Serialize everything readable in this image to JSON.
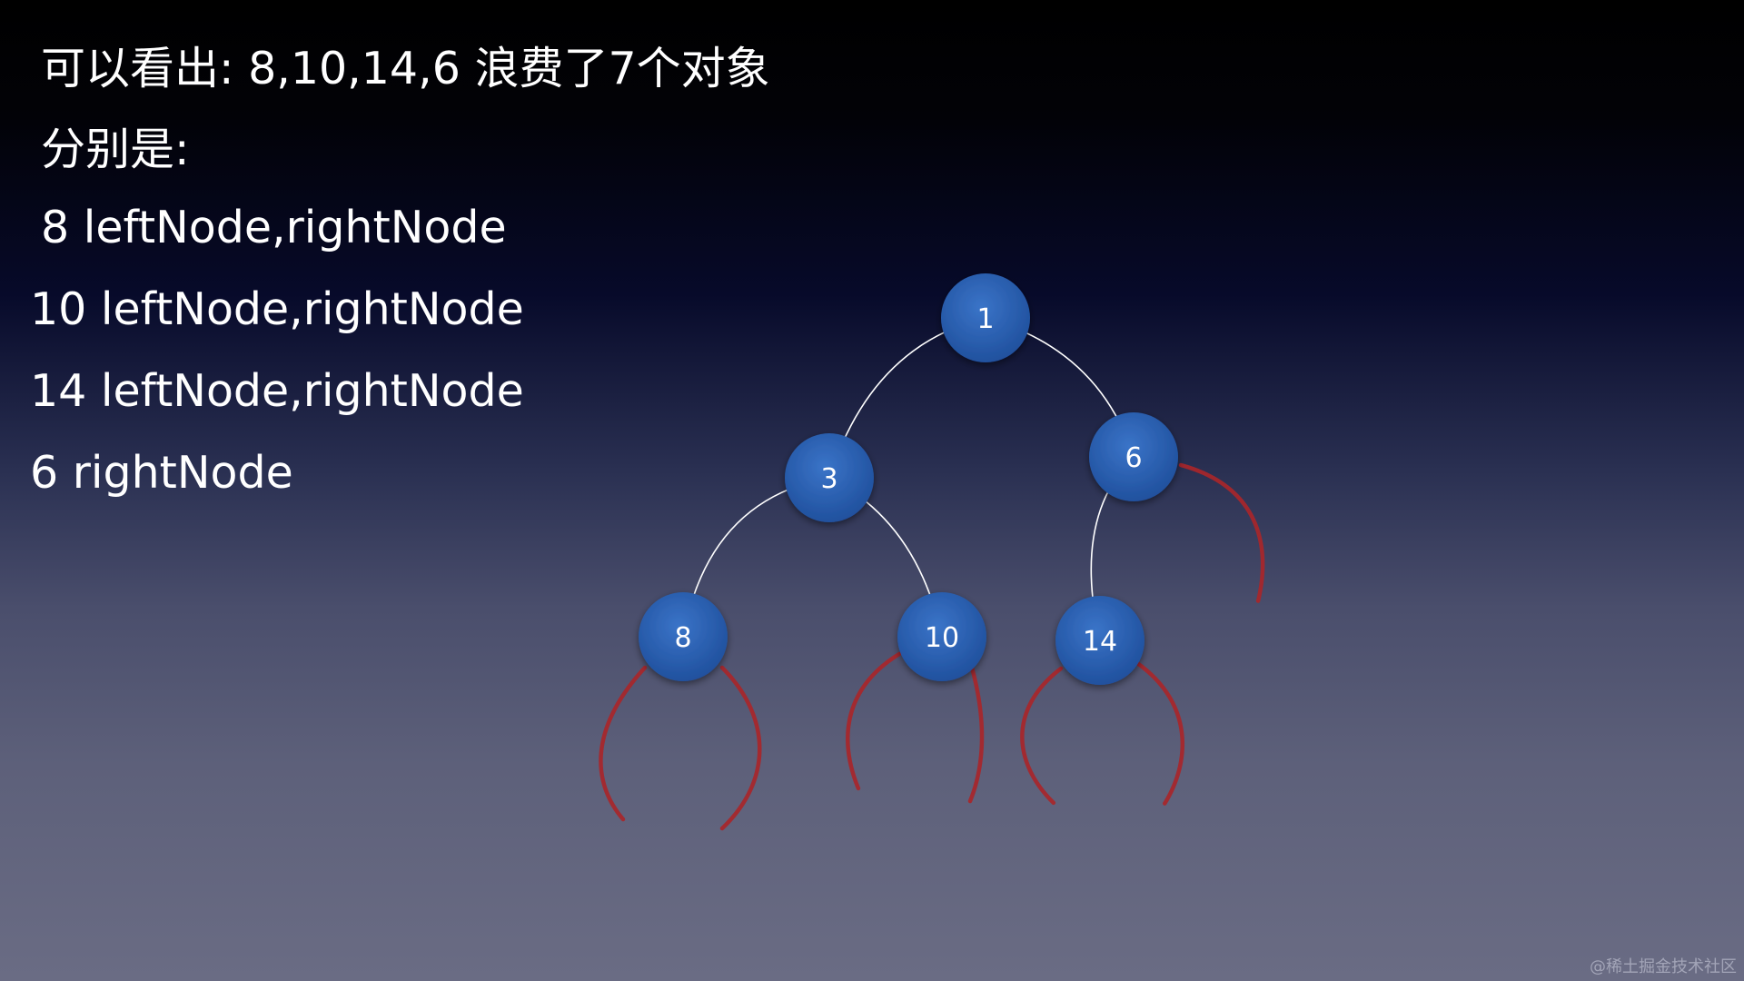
{
  "text_lines": [
    "可以看出: 8,10,14,6 浪费了7个对象",
    "分别是:",
    "8 leftNode,rightNode",
    "10 leftNode,rightNode",
    "14 leftNode,rightNode",
    "6 rightNode"
  ],
  "tree": {
    "nodes": [
      {
        "id": "n1",
        "label": "1"
      },
      {
        "id": "n3",
        "label": "3"
      },
      {
        "id": "n6",
        "label": "6"
      },
      {
        "id": "n8",
        "label": "8"
      },
      {
        "id": "n10",
        "label": "10"
      },
      {
        "id": "n14",
        "label": "14"
      }
    ],
    "edges": [
      {
        "from": "n1",
        "to": "n3"
      },
      {
        "from": "n1",
        "to": "n6"
      },
      {
        "from": "n3",
        "to": "n8"
      },
      {
        "from": "n3",
        "to": "n10"
      },
      {
        "from": "n6",
        "to": "n14"
      }
    ],
    "null_children": [
      {
        "parent": "n8",
        "side": "left"
      },
      {
        "parent": "n8",
        "side": "right"
      },
      {
        "parent": "n10",
        "side": "left"
      },
      {
        "parent": "n10",
        "side": "right"
      },
      {
        "parent": "n14",
        "side": "left"
      },
      {
        "parent": "n14",
        "side": "right"
      },
      {
        "parent": "n6",
        "side": "right"
      }
    ]
  },
  "colors": {
    "node_fill": "#2b5fb0",
    "node_edge_line": "#ffffff",
    "null_pointer_line": "#a8262a"
  },
  "watermark": "@稀土掘金技术社区"
}
